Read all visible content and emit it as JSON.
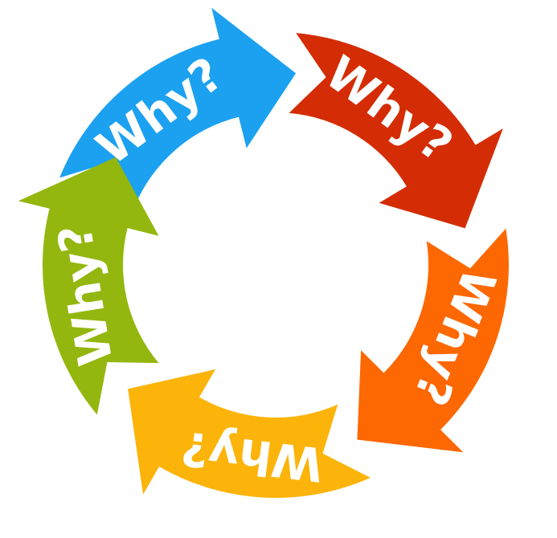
{
  "diagram": {
    "type": "cycle",
    "direction": "clockwise",
    "segments": [
      {
        "label": "Why?",
        "color": "#1ba1f0"
      },
      {
        "label": "Why?",
        "color": "#d42c04"
      },
      {
        "label": "Why?",
        "color": "#fd6802"
      },
      {
        "label": "Why?",
        "color": "#fcb40b"
      },
      {
        "label": "Why?",
        "color": "#93b70e"
      }
    ]
  }
}
